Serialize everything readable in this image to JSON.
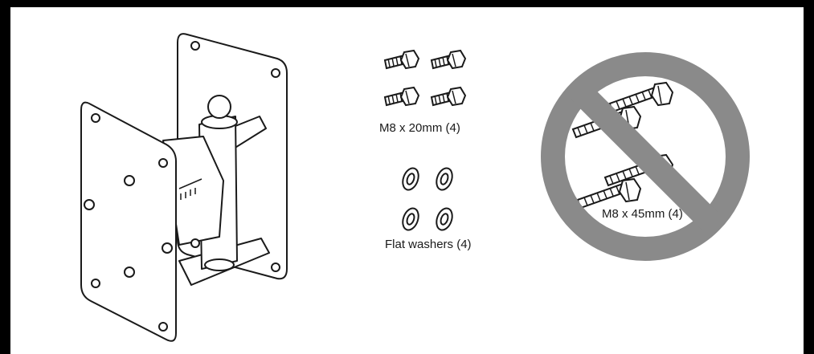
{
  "screws_short": {
    "label": "M8 x 20mm (4)"
  },
  "washers": {
    "label": "Flat washers (4)"
  },
  "screws_long": {
    "label": "M8 x 45mm (4)",
    "prohibited": true
  },
  "colors": {
    "stroke": "#1a1a1a",
    "prohibit": "#8a8a8a",
    "frame": "#000000"
  },
  "icons": [
    "wall-bracket-drawing",
    "hex-bolt-icon",
    "flat-washer-icon",
    "no-symbol-icon"
  ]
}
